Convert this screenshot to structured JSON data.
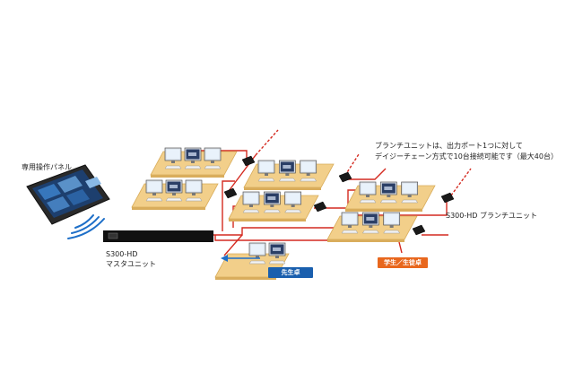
{
  "labels": {
    "panel_title": "専用操作パネル",
    "master_model": "S300-HD",
    "master_name": "マスタユニット",
    "branch_unit": "S300-HD ブランチユニット",
    "note_line1": "ブランチユニットは、出力ポート1つに対して",
    "note_line2": "デイジーチェーン方式で10台接続可能です（最大40台）"
  },
  "badges": {
    "teacher": "先生卓",
    "student": "学生／生徒卓"
  },
  "colors": {
    "desk": "#f2cf8a",
    "desk_edge": "#d9ad5c",
    "cable": "#d42a20",
    "master": "#111111",
    "teacher_badge": "#1a5fae",
    "student_badge": "#e8671d",
    "wifi": "#1e6fc8",
    "arrow": "#1e6fc8"
  }
}
